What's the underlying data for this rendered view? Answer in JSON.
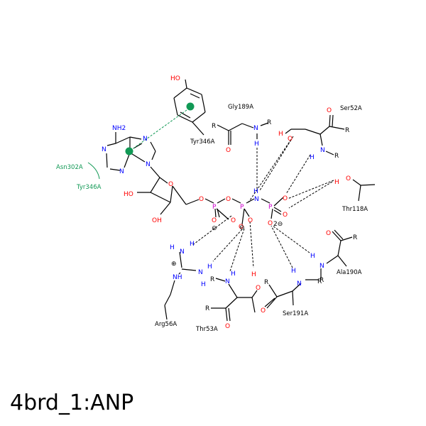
{
  "caption": "4brd_1:ANP",
  "colors": {
    "carbon": "#000000",
    "nitrogen": "#0000ff",
    "oxygen": "#ff0000",
    "phosphorus": "#cc00cc",
    "hydrophobic": "#119955"
  },
  "atoms": {
    "ho": "HO",
    "nh2": "NH2",
    "n": "N",
    "o": "O",
    "oh": "OH",
    "ho2": "HO",
    "p": "P",
    "h": "H",
    "nh": "NH",
    "r": "R",
    "minus": "⊖",
    "plus": "⊕",
    "charge2": "2⊖"
  },
  "residues": {
    "gly189": "Gly189A",
    "ser52": "Ser52A",
    "tyr346_pi": "Tyr346A",
    "asn302": "Asn302A",
    "tyr346_hyd": "Tyr346A",
    "thr118": "Thr118A",
    "ala190": "Ala190A",
    "ser191": "Ser191A",
    "thr53": "Thr53A",
    "arg56": "Arg56A"
  }
}
